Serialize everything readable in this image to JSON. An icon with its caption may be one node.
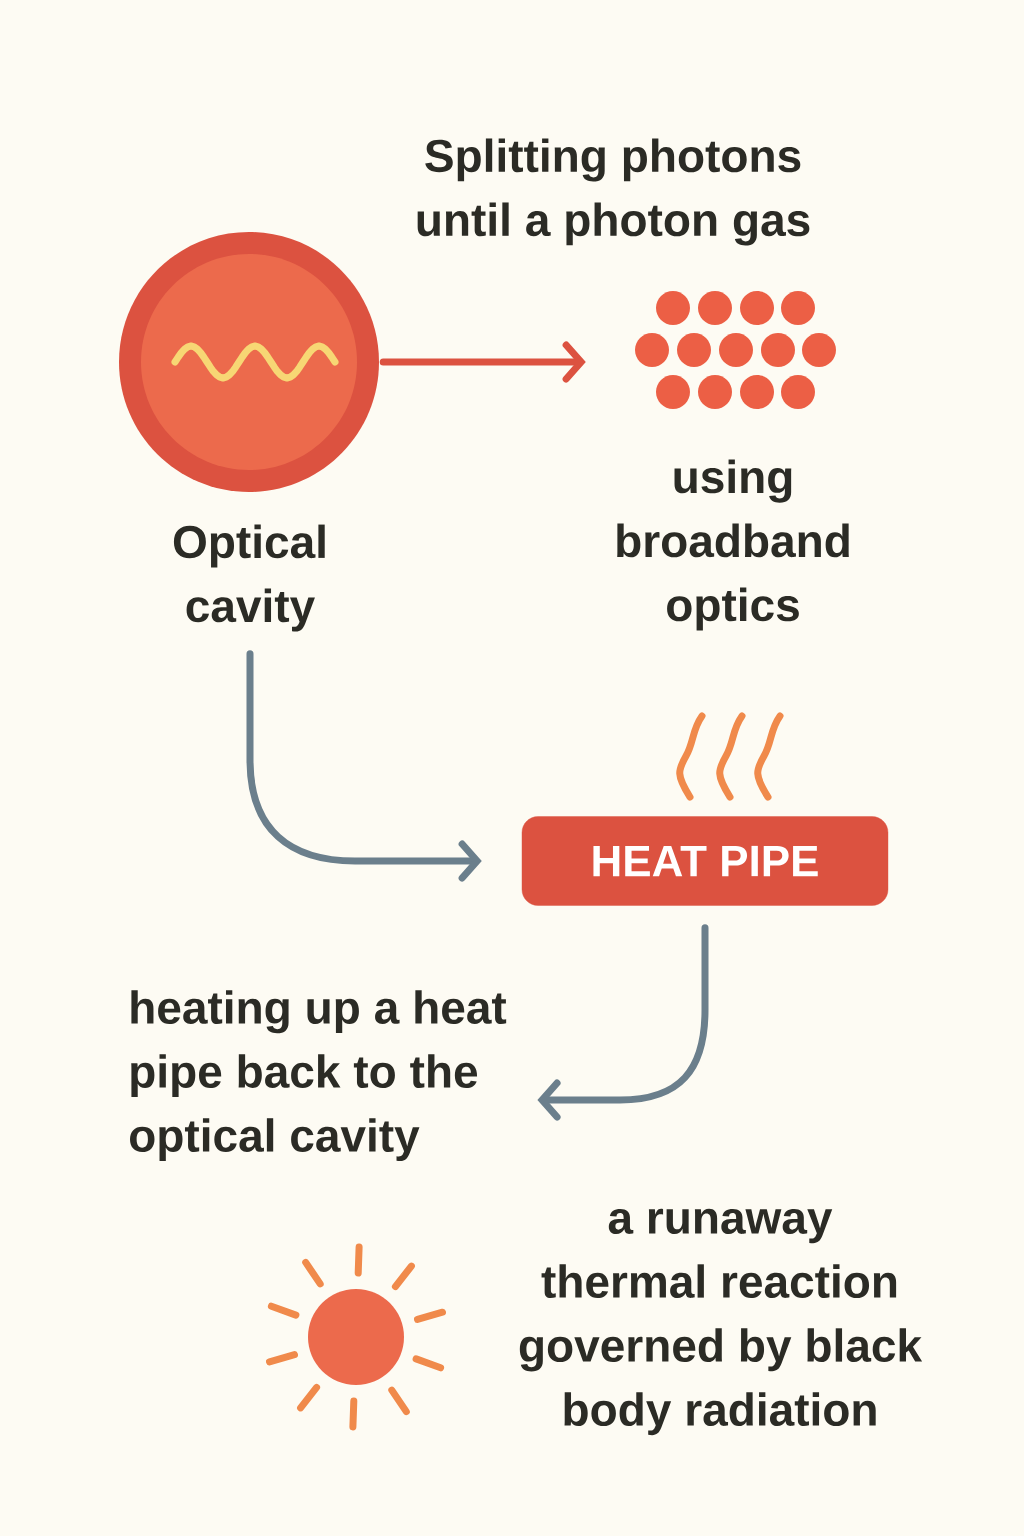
{
  "diagram": {
    "nodes": [
      {
        "text": [
          "Optical cavity"
        ]
      },
      {
        "text": [
          "Splitting photons until a photon gas",
          "using broadband optics"
        ]
      },
      {
        "text": [
          "HEAT PIPE"
        ]
      },
      {
        "text": [
          "heating up a heat pipe back to the optical cavity"
        ]
      }
    ],
    "edges": [
      {
        "from": 0,
        "to": 1,
        "arrow": "to",
        "color": "#dc5240"
      },
      {
        "from": 0,
        "to": 2,
        "arrow": "to"
      },
      {
        "from": 2,
        "to": 3,
        "arrow": "to"
      }
    ],
    "labels": [
      "a runaway thermal reaction governed by black body radiation"
    ]
  }
}
